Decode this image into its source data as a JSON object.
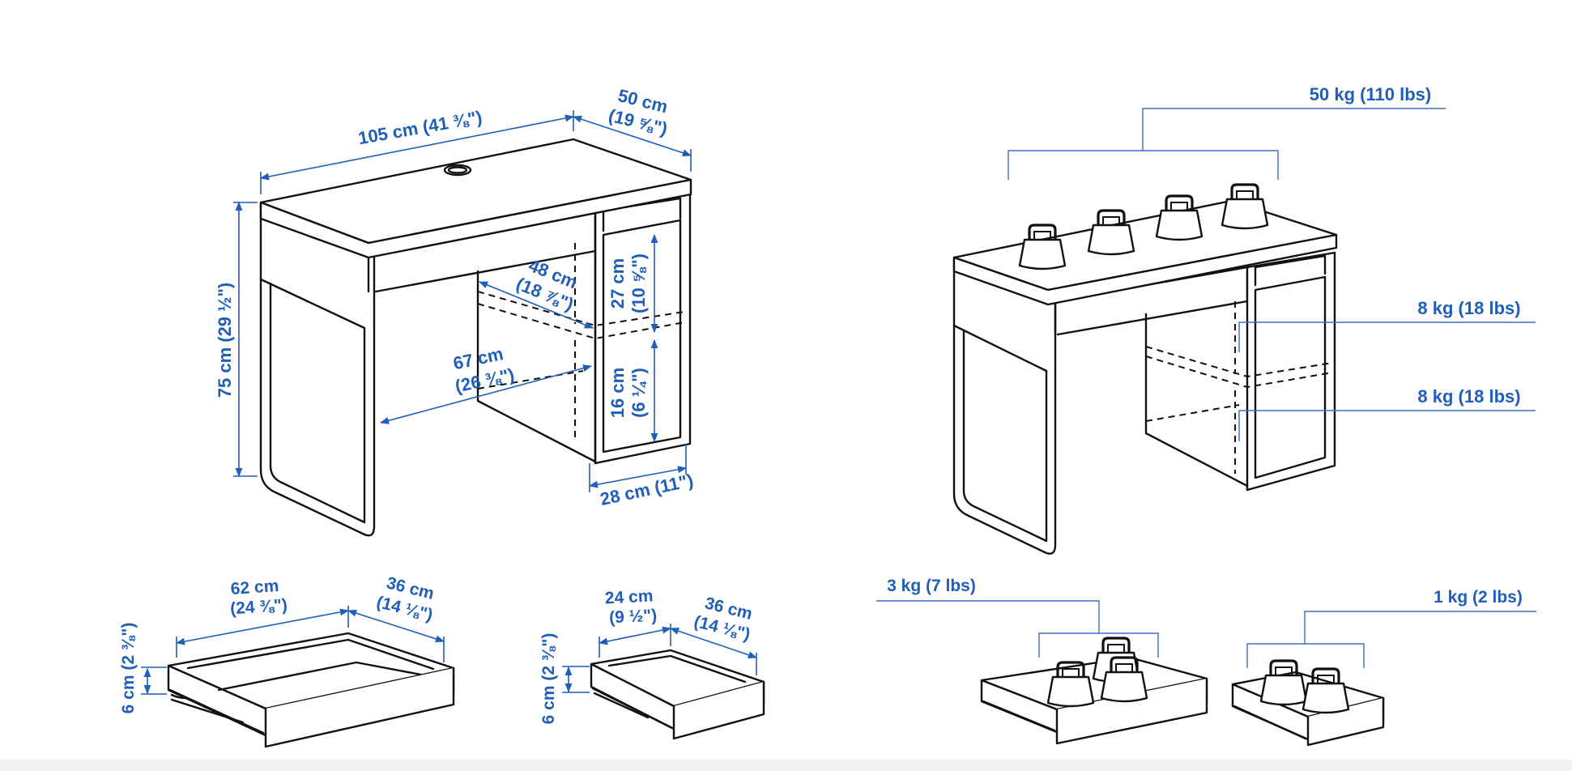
{
  "colors": {
    "dimension": "#1f5fb8",
    "line": "#111111",
    "background": "#ffffff"
  },
  "desk_dimensions": {
    "width": "105 cm (41 ⅜\")",
    "depth_line1": "50 cm",
    "depth_line2": "(19 ⅝\")",
    "height": "75 cm (29 ½\")",
    "inner_depth_line1": "48 cm",
    "inner_depth_line2": "(18 ⅞\")",
    "inner_width_line1": "67 cm",
    "inner_width_line2": "(26 ⅜\")",
    "shelf_upper_line1": "27 cm",
    "shelf_upper_line2": "(10 ⅝\")",
    "shelf_lower_line1": "16 cm",
    "shelf_lower_line2": "(6 ¼\")",
    "cabinet_width": "28 cm (11\")"
  },
  "drawer_large": {
    "width_line1": "62 cm",
    "width_line2": "(24 ⅜\")",
    "depth_line1": "36 cm",
    "depth_line2": "(14 ⅛\")",
    "height": "6 cm (2 ⅜\")"
  },
  "drawer_small": {
    "width_line1": "24 cm",
    "width_line2": "(9 ½\")",
    "depth_line1": "36 cm",
    "depth_line2": "(14 ⅛\")",
    "height": "6 cm (2 ⅜\")"
  },
  "load_capacity": {
    "tabletop": "50 kg (110 lbs)",
    "shelf_upper": "8 kg (18 lbs)",
    "shelf_lower": "8 kg (18 lbs)",
    "drawer_large": "3 kg (7 lbs)",
    "drawer_small": "1 kg (2 lbs)"
  }
}
